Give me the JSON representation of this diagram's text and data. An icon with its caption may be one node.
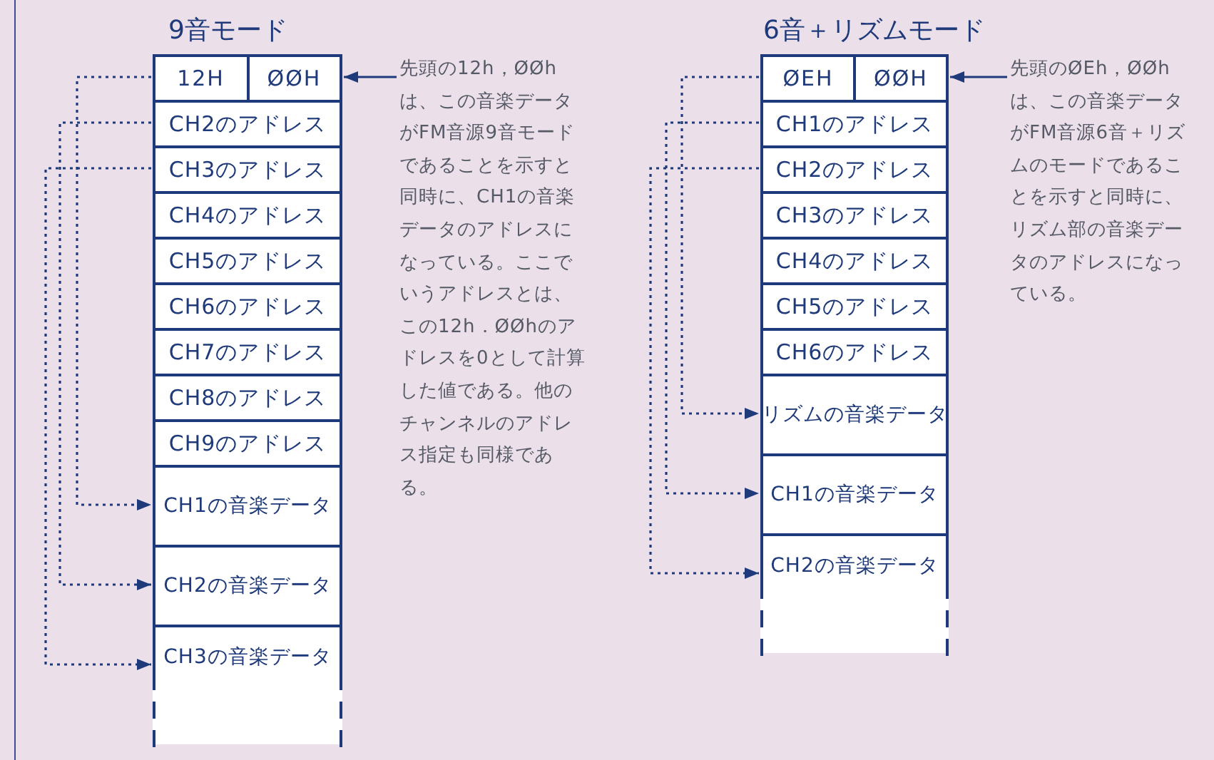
{
  "diagram": {
    "nodes": [
      {
        "text": [
          "12H",
          "ØØH"
        ]
      },
      {
        "text": [
          "CH2のアドレス"
        ]
      },
      {
        "text": [
          "CH3のアドレス"
        ]
      },
      {
        "text": [
          "CH4のアドレス"
        ]
      },
      {
        "text": [
          "CH5のアドレス"
        ]
      },
      {
        "text": [
          "CH6のアドレス"
        ]
      },
      {
        "text": [
          "CH7のアドレス"
        ]
      },
      {
        "text": [
          "CH8のアドレス"
        ]
      },
      {
        "text": [
          "CH9のアドレス"
        ]
      },
      {
        "text": [
          "CH1の音楽データ"
        ]
      },
      {
        "text": [
          "CH2の音楽データ"
        ]
      },
      {
        "text": [
          "CH3の音楽データ"
        ]
      },
      {
        "text": [
          "先頭の12h，ØØhは、この音楽データがFM音源9音モードであることを示すと同時に、CH1の音楽データのアドレスになっている。ここでいうアドレスとは、この12h．ØØhのアドレスを0として計算した値である。他のチャンネルのアドレス指定も同様である。"
        ]
      },
      {
        "text": [
          "ØEH",
          "ØØH"
        ]
      },
      {
        "text": [
          "CH1のアドレス"
        ]
      },
      {
        "text": [
          "CH2のアドレス"
        ]
      },
      {
        "text": [
          "CH3のアドレス"
        ]
      },
      {
        "text": [
          "CH4のアドレス"
        ]
      },
      {
        "text": [
          "CH5のアドレス"
        ]
      },
      {
        "text": [
          "CH6のアドレス"
        ]
      },
      {
        "text": [
          "リズムの音楽データ"
        ]
      },
      {
        "text": [
          "CH1の音楽データ"
        ]
      },
      {
        "text": [
          "CH2の音楽データ"
        ]
      },
      {
        "text": [
          "先頭のØEh，ØØhは、この音楽データがFM音源6音＋リズムのモードであることを示すと同時に、リズム部の音楽データのアドレスになっている。"
        ]
      }
    ],
    "edges": [
      {
        "from": 0,
        "to": 9,
        "arrow": "to",
        "style": "dashed"
      },
      {
        "from": 1,
        "to": 10,
        "arrow": "to",
        "style": "dashed"
      },
      {
        "from": 2,
        "to": 11,
        "arrow": "to",
        "style": "dashed"
      },
      {
        "from": 12,
        "to": 0,
        "arrow": "to"
      },
      {
        "from": 13,
        "to": 20,
        "arrow": "to",
        "style": "dashed"
      },
      {
        "from": 14,
        "to": 21,
        "arrow": "to",
        "style": "dashed"
      },
      {
        "from": 15,
        "to": 22,
        "arrow": "to",
        "style": "dashed"
      },
      {
        "from": 23,
        "to": 13,
        "arrow": "to"
      }
    ],
    "labels": [
      "9音モード",
      "6音＋リズムモード"
    ]
  }
}
